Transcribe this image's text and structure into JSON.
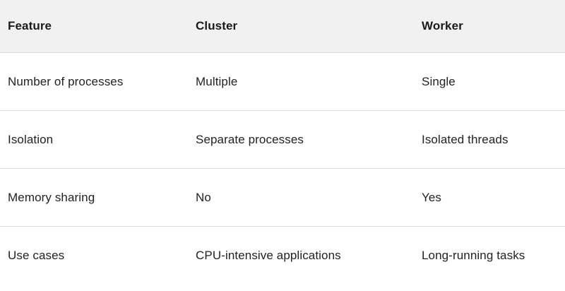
{
  "table": {
    "caption": "",
    "columns": [
      "Feature",
      "Cluster",
      "Worker"
    ],
    "rows": [
      {
        "feature": "Number of processes",
        "cluster": "Multiple",
        "worker": "Single"
      },
      {
        "feature": "Isolation",
        "cluster": "Separate processes",
        "worker": "Isolated threads"
      },
      {
        "feature": "Memory sharing",
        "cluster": "No",
        "worker": "Yes"
      },
      {
        "feature": "Use cases",
        "cluster": "CPU-intensive applications",
        "worker": "Long-running tasks"
      }
    ],
    "colors": {
      "header_background": "#f1f1f1",
      "header_text": "#1a1a1a",
      "body_background": "#ffffff",
      "body_text": "#222222",
      "divider": "#dadada"
    }
  }
}
